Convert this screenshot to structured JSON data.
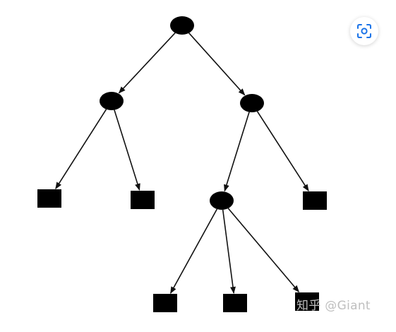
{
  "lens": {
    "icon": "image-search-icon",
    "accent": "#1a73e8"
  },
  "watermark": {
    "text": "知乎 @Giant"
  },
  "tree": {
    "stroke": "#111111",
    "fill": "#000000",
    "nodes": [
      {
        "id": "root",
        "shape": "ellipse"
      },
      {
        "id": "left-child",
        "shape": "ellipse"
      },
      {
        "id": "right-child",
        "shape": "ellipse"
      },
      {
        "id": "left-left-leaf",
        "shape": "square"
      },
      {
        "id": "left-right-leaf",
        "shape": "square"
      },
      {
        "id": "right-left-child",
        "shape": "ellipse"
      },
      {
        "id": "right-right-leaf",
        "shape": "square"
      },
      {
        "id": "bottom-left-leaf",
        "shape": "square"
      },
      {
        "id": "bottom-middle-leaf",
        "shape": "square"
      },
      {
        "id": "bottom-right-leaf",
        "shape": "square"
      }
    ],
    "edges": [
      {
        "from": "root",
        "to": "left-child"
      },
      {
        "from": "root",
        "to": "right-child"
      },
      {
        "from": "left-child",
        "to": "left-left-leaf"
      },
      {
        "from": "left-child",
        "to": "left-right-leaf"
      },
      {
        "from": "right-child",
        "to": "right-left-child"
      },
      {
        "from": "right-child",
        "to": "right-right-leaf"
      },
      {
        "from": "right-left-child",
        "to": "bottom-left-leaf"
      },
      {
        "from": "right-left-child",
        "to": "bottom-middle-leaf"
      },
      {
        "from": "right-left-child",
        "to": "bottom-right-leaf"
      }
    ]
  }
}
